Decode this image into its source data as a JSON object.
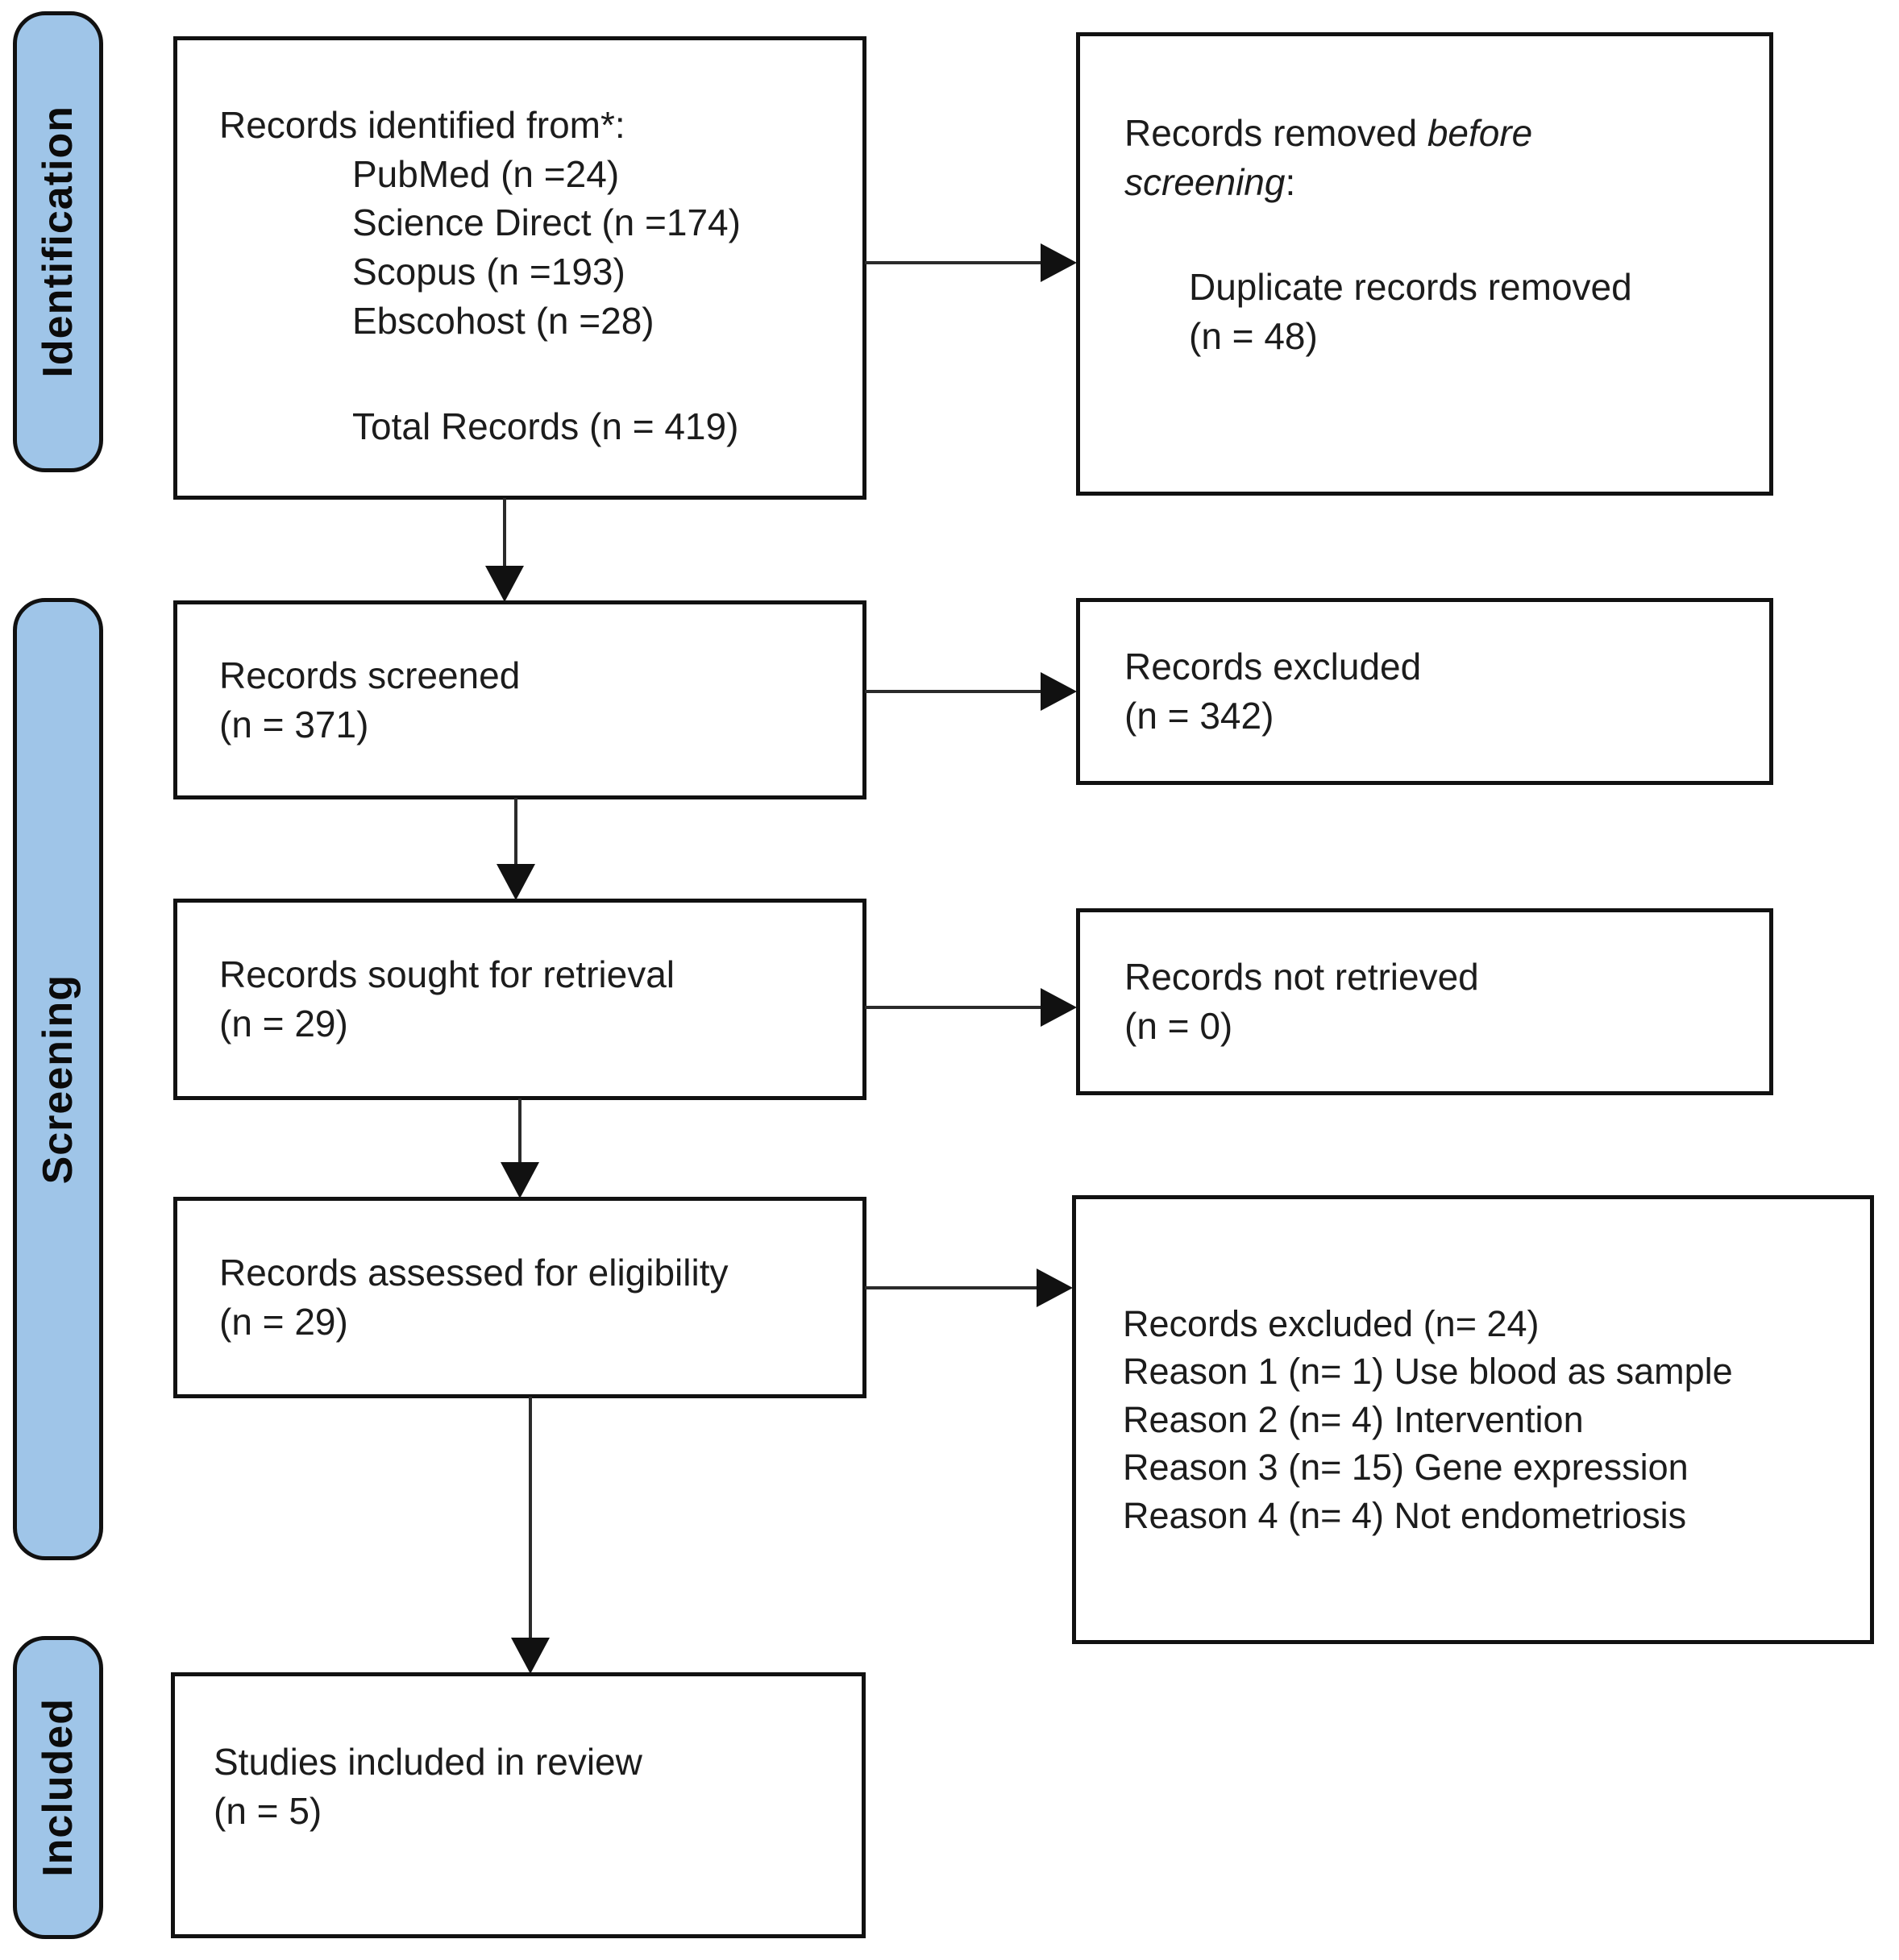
{
  "colors": {
    "stage_fill": "#9FC5E8",
    "stage_border": "#111111",
    "box_border": "#111111",
    "background": "#FFFFFF",
    "text": "#1C1C1C"
  },
  "stages": {
    "identification": "Identification",
    "screening": "Screening",
    "included": "Included"
  },
  "boxes": {
    "identified": {
      "title": "Records identified from*:",
      "sources": [
        "PubMed (n =24)",
        "Science Direct (n =174)",
        "Scopus (n =193)",
        "Ebscohost (n =28)"
      ],
      "total": "Total Records (n = 419)"
    },
    "removed_before_screening": {
      "title_prefix": "Records removed ",
      "title_italic": "before screening",
      "title_suffix": ":",
      "detail_label": "Duplicate records removed",
      "detail_count": "(n = 48)"
    },
    "screened": {
      "label": "Records screened",
      "count": "(n = 371)"
    },
    "excluded": {
      "label": "Records excluded",
      "count": "(n = 342)"
    },
    "sought": {
      "label": "Records sought for retrieval",
      "count": "(n = 29)"
    },
    "not_retrieved": {
      "label": "Records not retrieved",
      "count": "(n = 0)"
    },
    "assessed": {
      "label": "Records assessed for eligibility",
      "count": "(n = 29)"
    },
    "excluded_reasons": {
      "lines": [
        "Records excluded (n= 24)",
        "Reason 1 (n= 1) Use blood as sample",
        "Reason 2 (n= 4) Intervention",
        "Reason 3 (n= 15) Gene expression",
        "Reason 4 (n= 4) Not endometriosis"
      ]
    },
    "included_studies": {
      "label": "Studies included in review",
      "count": "(n = 5)"
    }
  }
}
